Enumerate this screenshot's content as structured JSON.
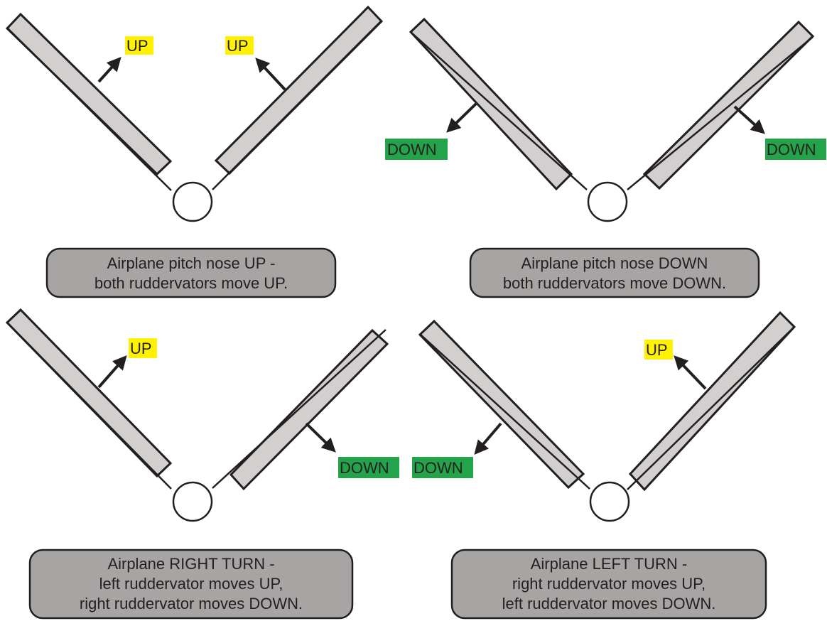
{
  "panels": [
    {
      "id": "pitch-up",
      "labels": [
        {
          "text": "UP",
          "kind": "up"
        },
        {
          "text": "UP",
          "kind": "up"
        }
      ],
      "caption": [
        "Airplane pitch nose UP -",
        "both ruddervators move UP."
      ]
    },
    {
      "id": "pitch-down",
      "labels": [
        {
          "text": "DOWN",
          "kind": "down"
        },
        {
          "text": "DOWN",
          "kind": "down"
        }
      ],
      "caption": [
        "Airplane pitch nose DOWN",
        "both ruddervators move DOWN."
      ]
    },
    {
      "id": "right-turn",
      "labels": [
        {
          "text": "UP",
          "kind": "up"
        },
        {
          "text": "DOWN",
          "kind": "down"
        }
      ],
      "caption": [
        "Airplane RIGHT TURN -",
        "left ruddervator moves UP,",
        "right ruddervator moves DOWN."
      ]
    },
    {
      "id": "left-turn",
      "labels": [
        {
          "text": "DOWN",
          "kind": "down"
        },
        {
          "text": "UP",
          "kind": "up"
        }
      ],
      "caption": [
        "Airplane LEFT TURN -",
        "right ruddervator moves UP,",
        "left ruddervator moves DOWN."
      ]
    }
  ],
  "colors": {
    "surface": "#d2d0cf",
    "outline": "#231f20",
    "up_highlight": "#fff200",
    "down_highlight": "#23a34a",
    "caption_fill": "#a7a5a4"
  }
}
